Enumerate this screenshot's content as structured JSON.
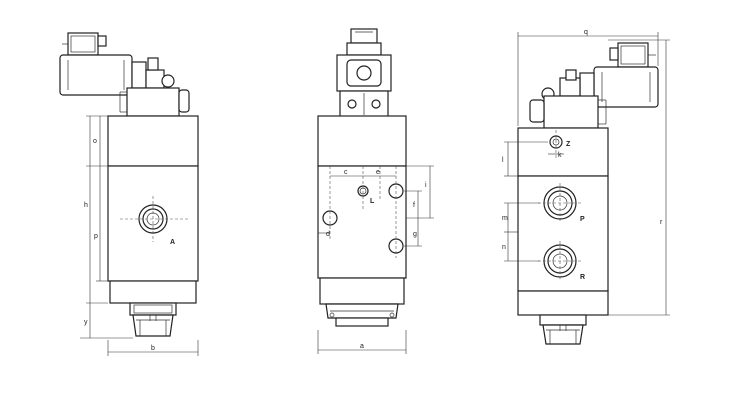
{
  "views": {
    "side": {
      "port_a": "A"
    },
    "front": {
      "port_l": "L"
    },
    "right": {
      "port_z": "Z",
      "port_p": "P",
      "port_r": "R"
    }
  },
  "dimensions": {
    "b": "b",
    "o": "o",
    "h": "h",
    "p": "p",
    "y": "y",
    "a": "a",
    "c": "c",
    "e": "e",
    "f": "f",
    "i": "i",
    "d": "d",
    "g": "g",
    "q": "q",
    "r": "r",
    "k": "k",
    "l": "l",
    "m": "m",
    "n": "n"
  }
}
